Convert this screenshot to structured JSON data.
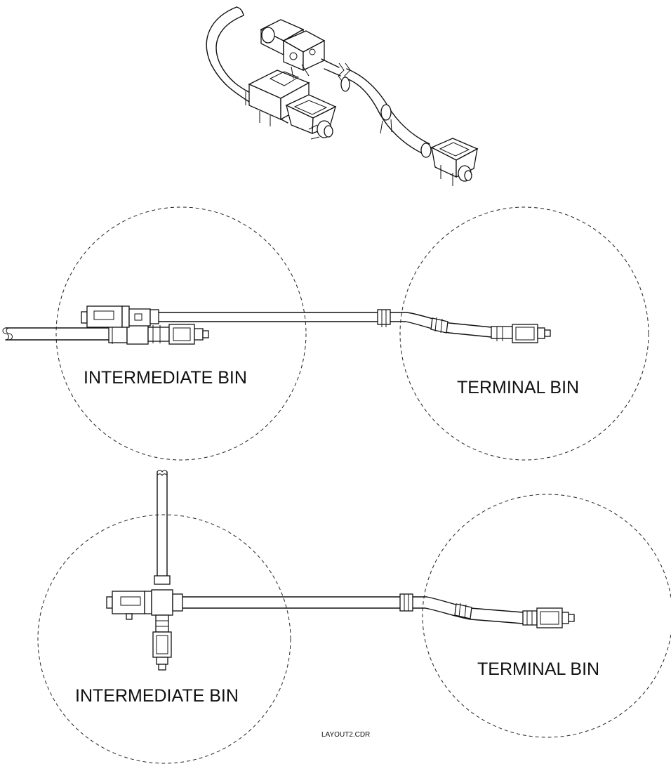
{
  "layout_a": {
    "intermediate_label": "INTERMEDIATE BIN",
    "terminal_label": "TERMINAL BIN"
  },
  "layout_b": {
    "intermediate_label": "INTERMEDIATE BIN",
    "terminal_label": "TERMINAL BIN"
  },
  "file_label": "LAYOUT2.CDR"
}
